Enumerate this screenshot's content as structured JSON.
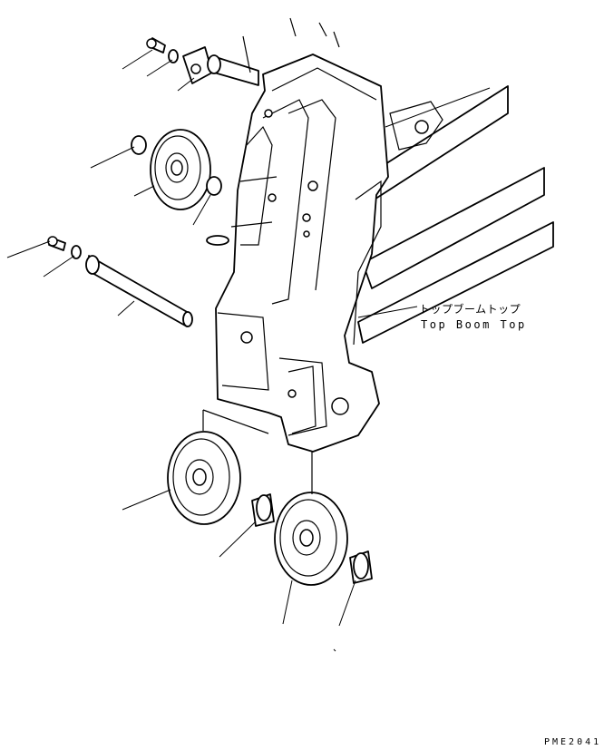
{
  "labels": {
    "japanese": "トップブームトップ",
    "english": "Top Boom Top"
  },
  "figure_code": "PME2041"
}
